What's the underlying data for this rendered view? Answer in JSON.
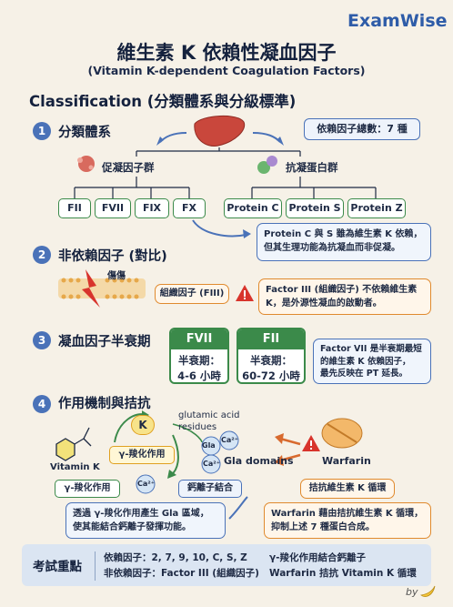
{
  "brand": "ExamWise",
  "title": "維生素 K 依賴性凝血因子",
  "subtitle": "(Vitamin K-dependent Coagulation Factors)",
  "classification_heading": "Classification (分類體系與分級標準)",
  "section1": {
    "num": "1",
    "title": "分類體系",
    "total_label": "依賴因子總數：7 種",
    "procoagulant_label": "促凝因子群",
    "anticoagulant_label": "抗凝蛋白群",
    "procoagulant_factors": [
      "FII",
      "FVII",
      "FIX",
      "FX"
    ],
    "anticoagulant_proteins": [
      "Protein C",
      "Protein S",
      "Protein Z"
    ],
    "note": [
      "Protein C 與 S 雖為維生素 K 依賴，",
      "但其生理功能為抗凝血而非促凝。"
    ]
  },
  "section2": {
    "num": "2",
    "title": "非依賴因子 (對比)",
    "injury_label": "傷傷",
    "tissue_factor_label": "組織因子 (FIII)",
    "note": [
      "Factor III (組織因子) 不依賴維生素",
      "K，是外源性凝血的啟動者。"
    ]
  },
  "section3": {
    "num": "3",
    "title": "凝血因子半衰期",
    "cards": [
      {
        "name": "FVII",
        "line1": "半衰期：",
        "line2": "4-6 小時"
      },
      {
        "name": "FII",
        "line1": "半衰期：",
        "line2": "60-72 小時"
      }
    ],
    "note": [
      "Factor VII 是半衰期最短",
      "的維生素 K 依賴因子，",
      "最先反映在 PT 延長。"
    ]
  },
  "section4": {
    "num": "4",
    "title": "作用機制與拮抗",
    "k_label": "K",
    "vitamin_k_label": "Vitamin K",
    "gamma_carbox_label": "γ-羧化作用",
    "gamma_carbox_box": "γ-羧化作用",
    "glutamic_label": [
      "glutamic acid",
      "residues"
    ],
    "gla": "Gla",
    "ca": "Ca²⁺",
    "gla_domains_label": "Gla domains",
    "calcium_binding_label": "鈣離子結合",
    "warfarin_label": "Warfarin",
    "antagonist_label": "拮抗維生素 K 循環",
    "note_left": [
      "透過 γ-羧化作用產生 Gla 區域，",
      "使其能結合鈣離子發揮功能。"
    ],
    "note_right": [
      "Warfarin 藉由拮抗維生素 K 循環，",
      "抑制上述 7 種蛋白合成。"
    ]
  },
  "summary": {
    "title": "考試重點",
    "line1_left": "依賴因子：2, 7, 9, 10, C, S, Z",
    "line1_right": "γ-羧化作用結合鈣離子",
    "line2_left": "非依賴因子：Factor III (組織因子)",
    "line2_right": "Warfarin 拮抗 Vitamin K 循環"
  },
  "signature": "by",
  "colors": {
    "accent_blue": "#4a72b8",
    "accent_green": "#3b8a4a",
    "accent_orange": "#e08a2e",
    "liver": "#c9473c"
  }
}
